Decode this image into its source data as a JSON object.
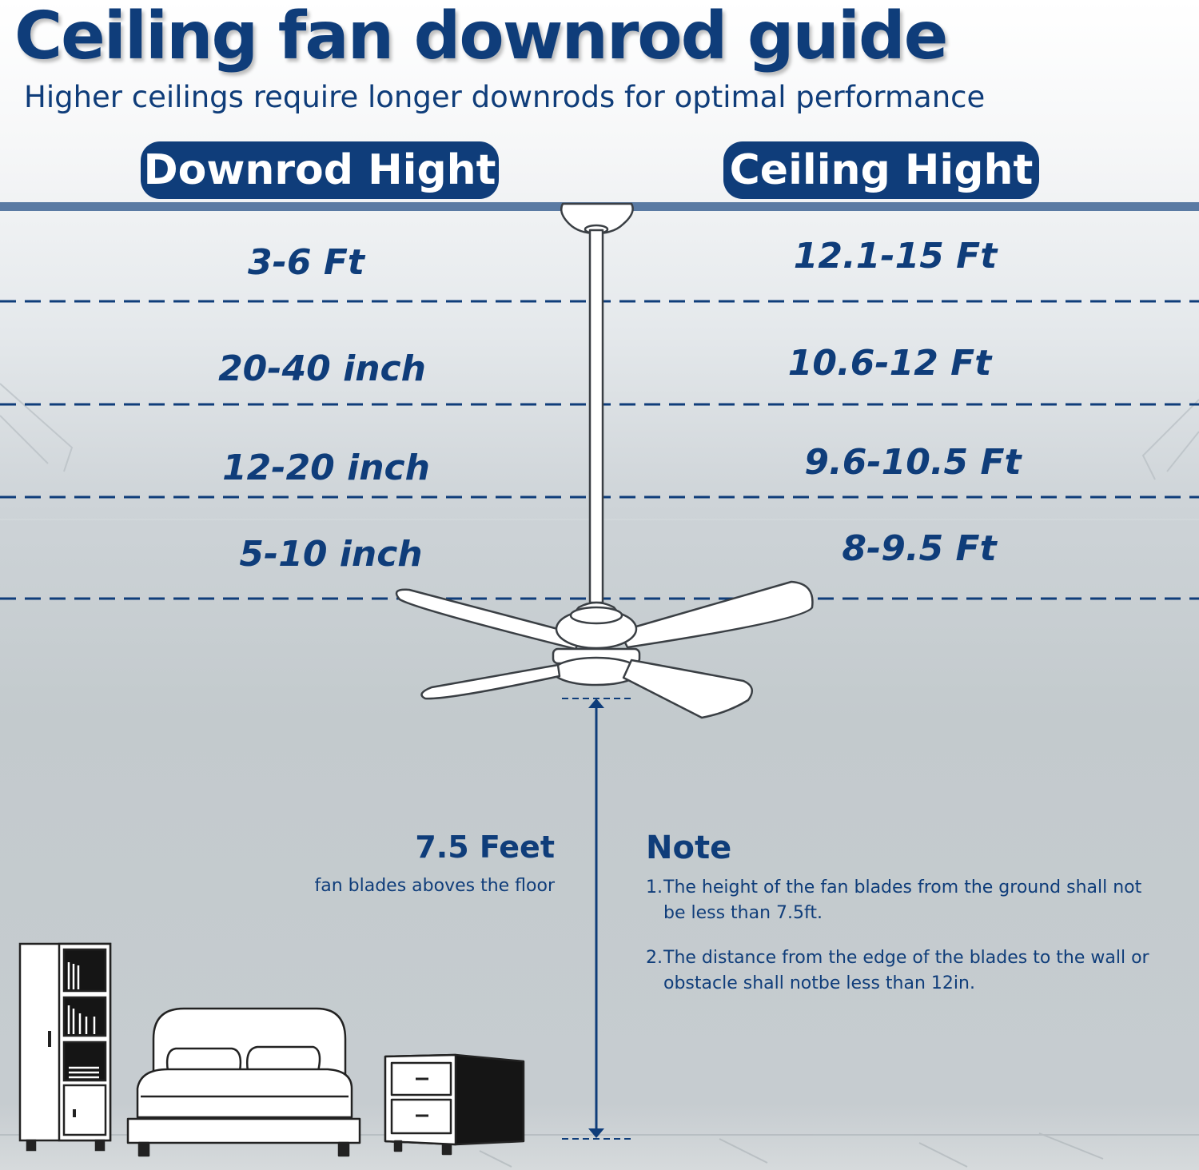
{
  "header": {
    "title": "Ceiling fan downrod guide",
    "subtitle": "Higher ceilings require longer downrods for optimal performance"
  },
  "columns": {
    "left_header": "Downrod Hight",
    "right_header": "Ceiling Hight"
  },
  "rows": [
    {
      "downrod": "3-6 Ft",
      "ceiling": "12.1-15 Ft"
    },
    {
      "downrod": "20-40 inch",
      "ceiling": "10.6-12 Ft"
    },
    {
      "downrod": "12-20 inch",
      "ceiling": "9.6-10.5 Ft"
    },
    {
      "downrod": "5-10 inch",
      "ceiling": "8-9.5 Ft"
    }
  ],
  "clearance": {
    "value": "7.5 Feet",
    "description": "fan blades aboves the floor"
  },
  "note": {
    "title": "Note",
    "items": [
      {
        "num": "1.",
        "text": "The height of the fan blades from the ground shall not be less than 7.5ft."
      },
      {
        "num": "2.",
        "text": "The distance from the edge of the blades to the wall or obstacle shall notbe less than 12in."
      }
    ]
  },
  "colors": {
    "primary": "#0f3d7a",
    "ceiling_bar": "#5a7aa3",
    "background_gray": "#c3cacd"
  },
  "icons": [
    "ceiling-fan-icon",
    "bookcase-icon",
    "bed-icon",
    "nightstand-icon",
    "height-arrow-icon"
  ]
}
